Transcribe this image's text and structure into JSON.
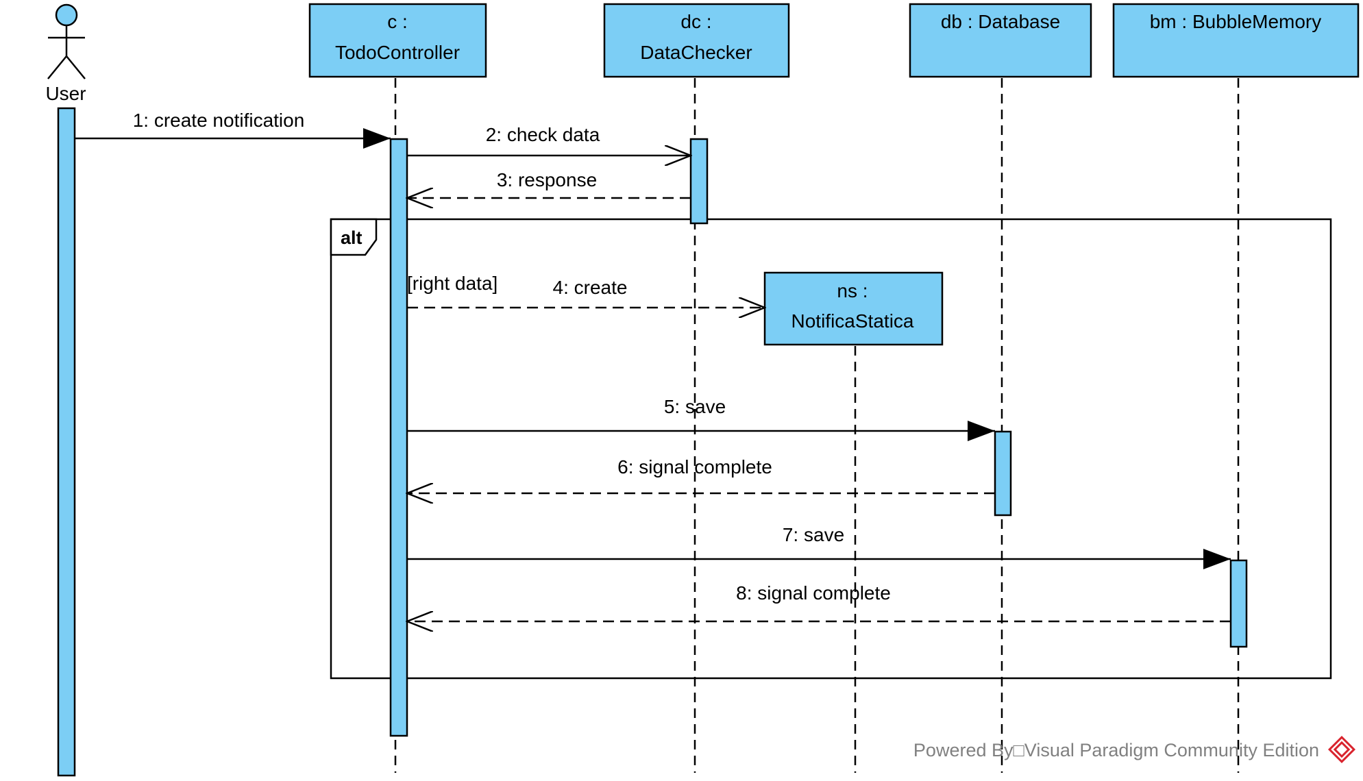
{
  "diagram": {
    "type": "sequence",
    "actor": {
      "label": "User"
    },
    "lifelines": [
      {
        "id": "c",
        "lines": [
          "c :",
          "TodoController"
        ]
      },
      {
        "id": "dc",
        "lines": [
          "dc :",
          "DataChecker"
        ]
      },
      {
        "id": "db",
        "lines": [
          "db : Database"
        ]
      },
      {
        "id": "bm",
        "lines": [
          "bm : BubbleMemory"
        ]
      },
      {
        "id": "ns",
        "lines": [
          "ns :",
          "NotificaStatica"
        ]
      }
    ],
    "messages": [
      {
        "id": "m1",
        "label": "1: create notification",
        "from": "User",
        "to": "c",
        "kind": "sync"
      },
      {
        "id": "m2",
        "label": "2: check data",
        "from": "c",
        "to": "dc",
        "kind": "async"
      },
      {
        "id": "m3",
        "label": "3: response",
        "from": "dc",
        "to": "c",
        "kind": "reply"
      },
      {
        "id": "m4",
        "label": "4: create",
        "from": "c",
        "to": "ns",
        "kind": "create"
      },
      {
        "id": "m5",
        "label": "5: save",
        "from": "c",
        "to": "db",
        "kind": "sync"
      },
      {
        "id": "m6",
        "label": "6: signal complete",
        "from": "db",
        "to": "c",
        "kind": "reply"
      },
      {
        "id": "m7",
        "label": "7: save",
        "from": "c",
        "to": "bm",
        "kind": "sync"
      },
      {
        "id": "m8",
        "label": "8: signal complete",
        "from": "bm",
        "to": "c",
        "kind": "reply"
      }
    ],
    "fragment": {
      "operator": "alt",
      "guard": "[right data]"
    },
    "colors": {
      "box_fill": "#7ccef5",
      "line": "#000000",
      "watermark_text": "#808080",
      "logo_red": "#d9232d"
    },
    "watermark": {
      "text": "Powered By□Visual Paradigm Community Edition"
    }
  }
}
